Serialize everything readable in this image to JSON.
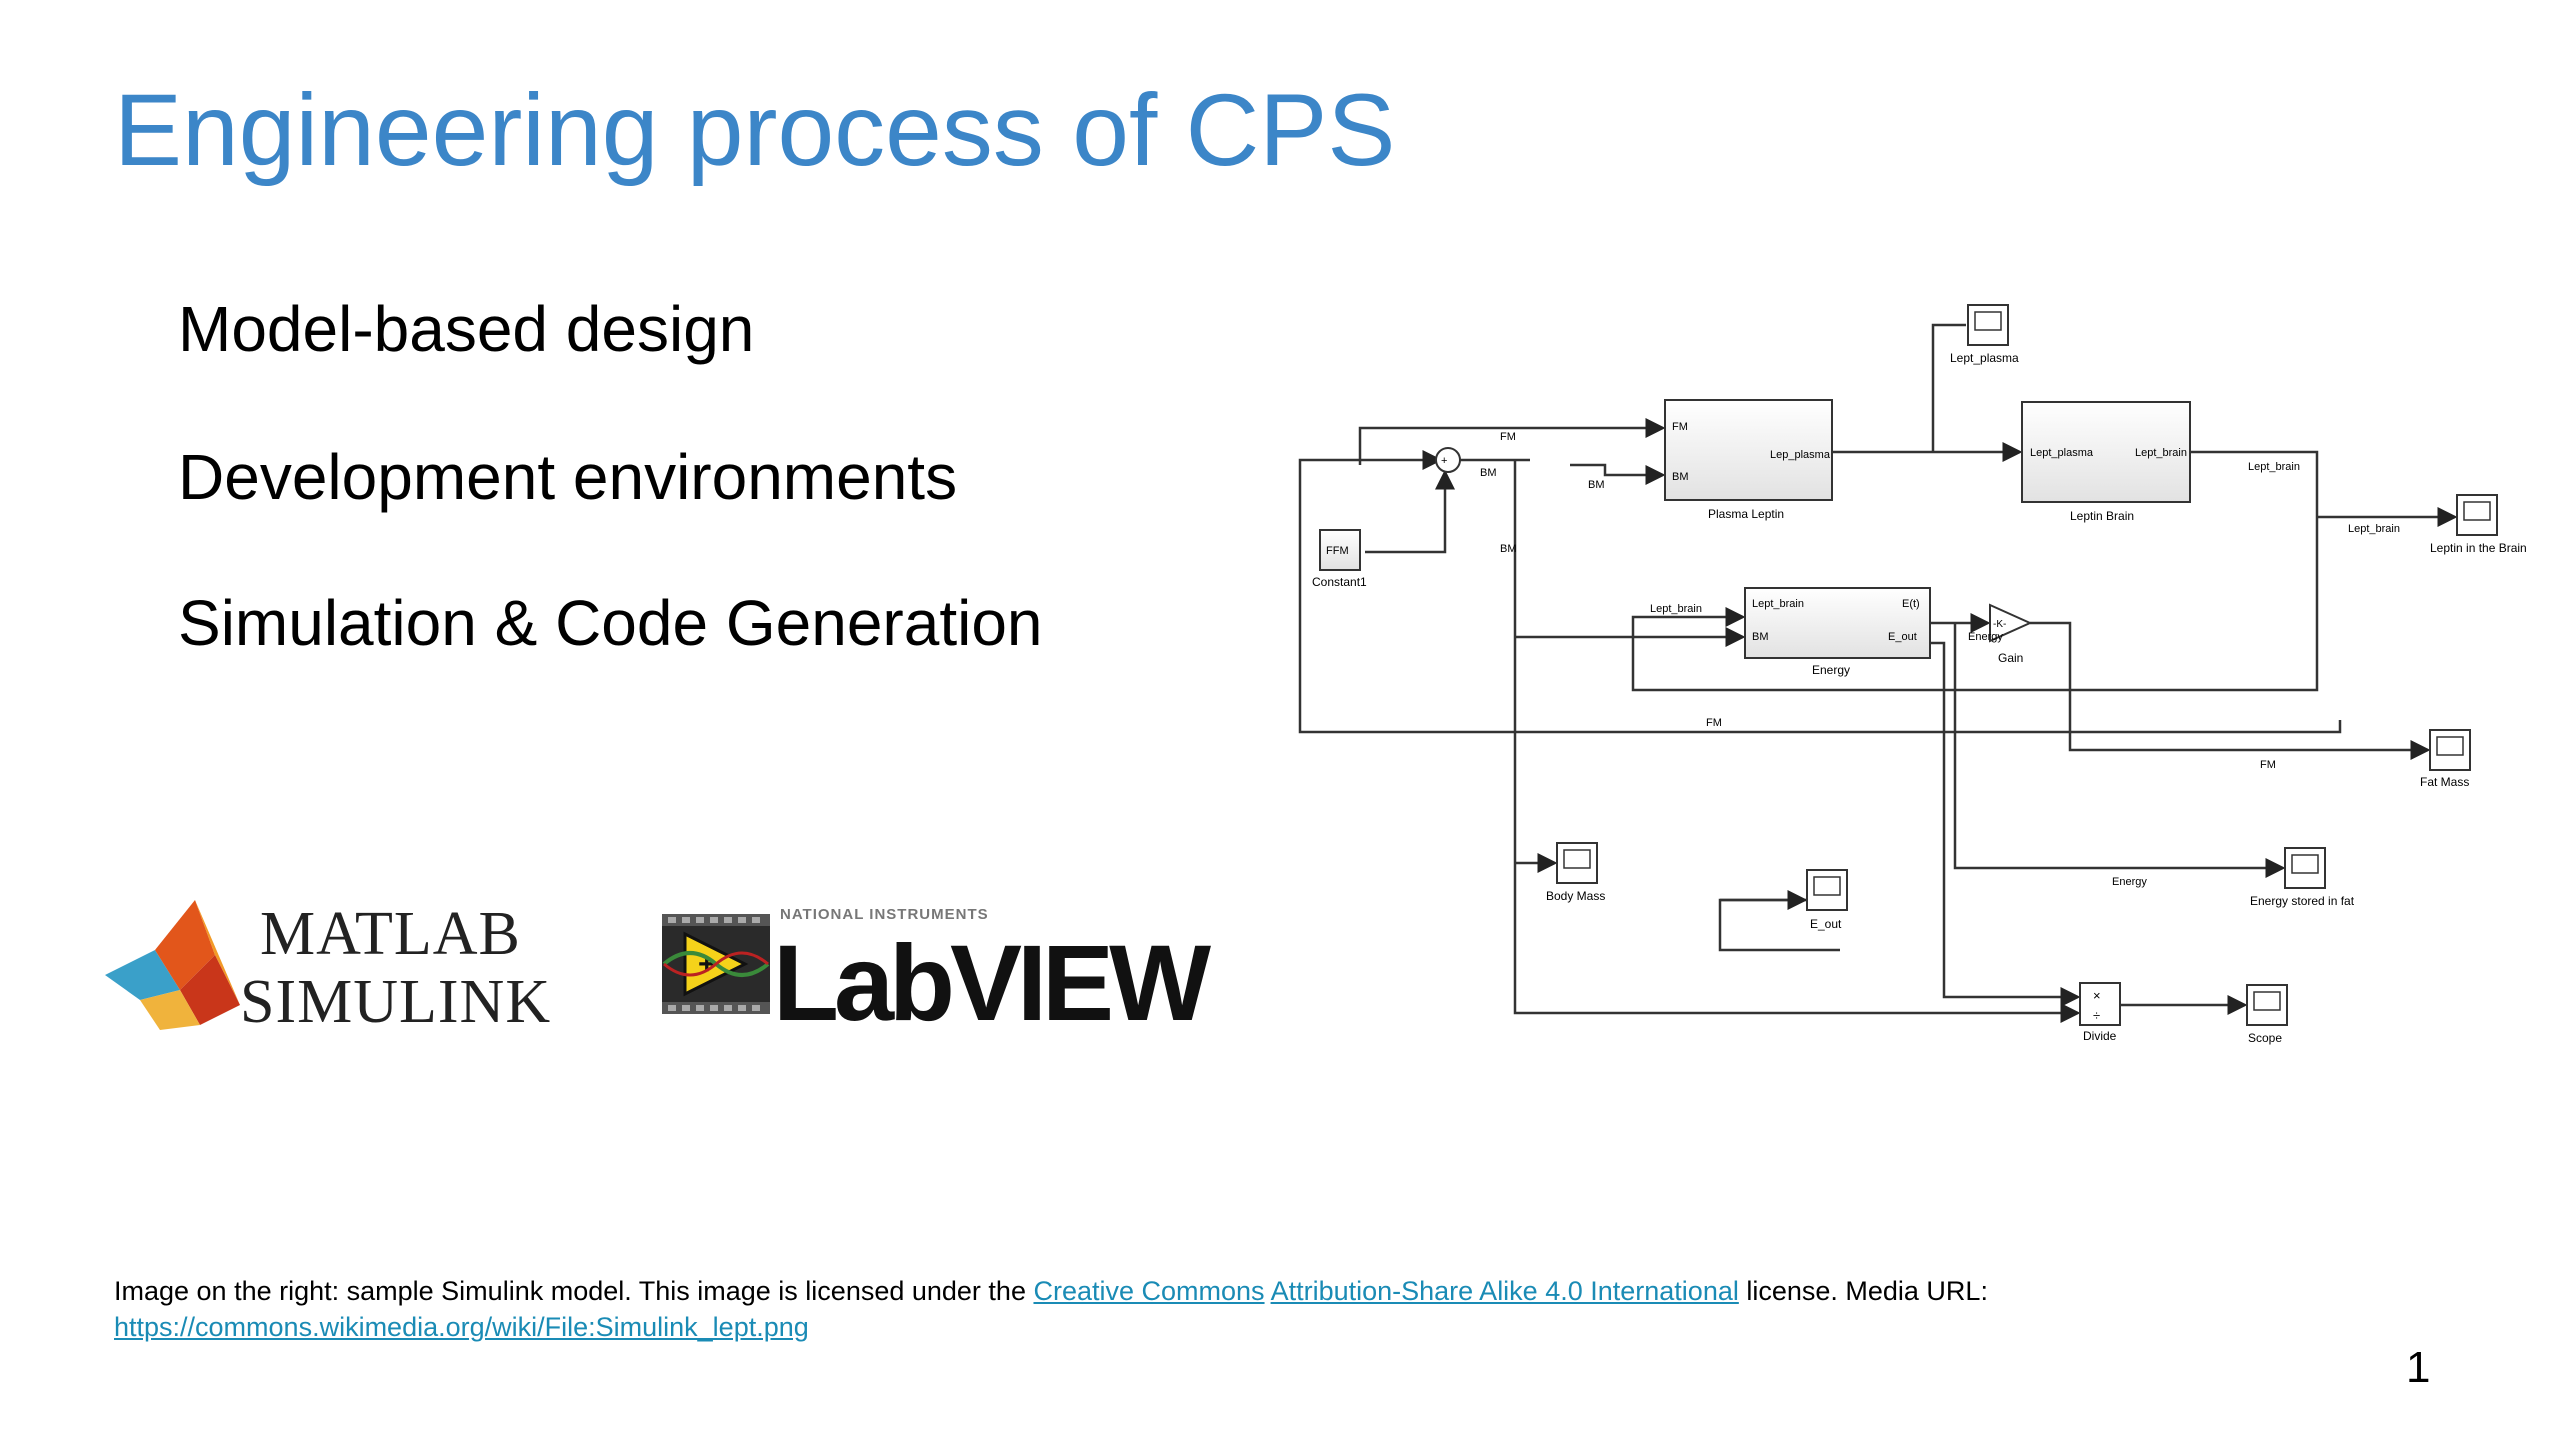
{
  "slide": {
    "title": "Engineering process of CPS",
    "bullets": [
      "Model-based design",
      "Development environments",
      "Simulation & Code Generation"
    ],
    "page_number": "1"
  },
  "logos": {
    "matlab_line1": "MATLAB",
    "matlab_line2": "SIMULINK",
    "labview_brand": "NATIONAL INSTRUMENTS",
    "labview_name": "LabVIEW"
  },
  "footer": {
    "text_before": "Image on the right: sample Simulink model. This image is licensed under the ",
    "link1": "Creative Commons",
    "link2": "Attribution-Share Alike 4.0 International",
    "text_after": " license. Media URL:",
    "url": "https://commons.wikimedia.org/wiki/File:Simulink_lept.png"
  },
  "diagram": {
    "blocks": {
      "plasma_leptin": "Plasma Leptin",
      "leptin_brain": "Leptin Brain",
      "energy": "Energy",
      "gain": "Gain",
      "constant": "Constant1",
      "constant_value": "FFM",
      "divide": "Divide",
      "scope": "Scope",
      "scope_lept_plasma": "Lept_plasma",
      "scope_leptin_brain": "Leptin in the Brain",
      "scope_fat_mass": "Fat Mass",
      "scope_body_mass": "Body Mass",
      "scope_e_out": "E_out",
      "scope_energy_fat": "Energy stored in fat"
    },
    "ports": {
      "fm": "FM",
      "bm": "BM",
      "lep_plasma": "Lep_plasma",
      "lept_plasma": "Lept_plasma",
      "lept_brain": "Lept_brain",
      "e_t": "E(t)",
      "e_out": "E_out"
    },
    "signals": {
      "fm": "FM",
      "bm": "BM",
      "lept_brain": "Lept_brain",
      "energy": "Energy"
    }
  }
}
